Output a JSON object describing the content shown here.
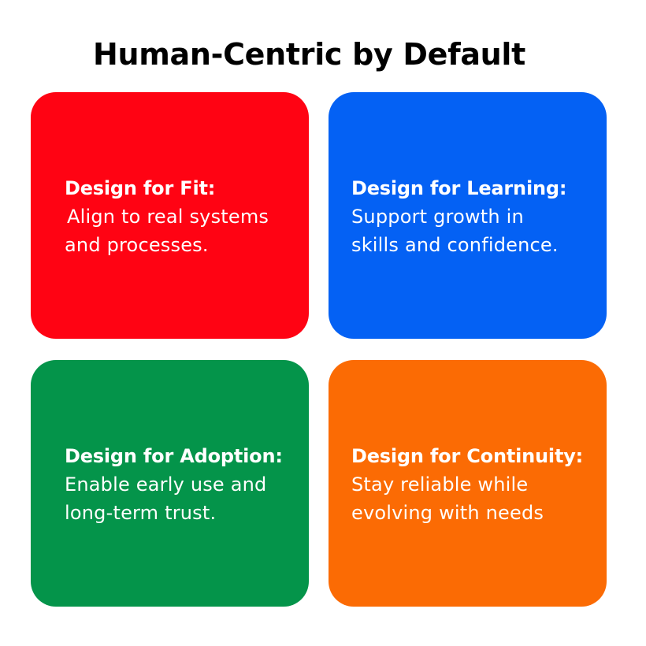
{
  "title": "Human-Centric by Default",
  "cards": [
    {
      "heading": "Design for Fit:",
      "lines": [
        "Align to real systems",
        "and processes."
      ],
      "color": "#ff0313"
    },
    {
      "heading": "Design for Learning:",
      "lines": [
        "Support growth in",
        "skills and confidence."
      ],
      "color": "#0461f4"
    },
    {
      "heading": "Design for Adoption:",
      "lines": [
        "Enable early use and",
        "long-term trust."
      ],
      "color": "#04944a"
    },
    {
      "heading": "Design for Continuity:",
      "lines": [
        "Stay reliable while",
        "evolving with needs"
      ],
      "color": "#fb6b04"
    }
  ]
}
